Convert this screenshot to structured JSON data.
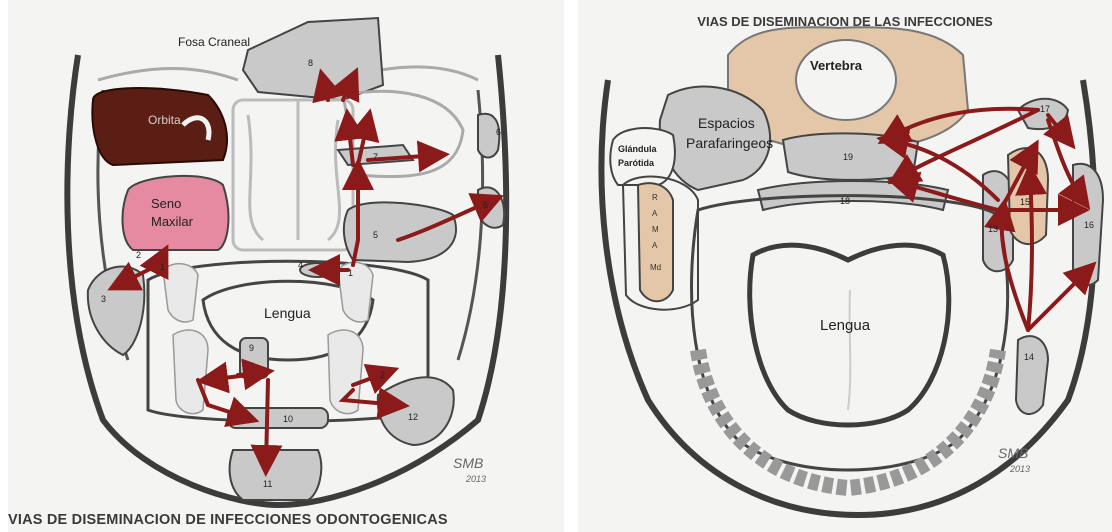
{
  "left_panel": {
    "caption": "VIAS DE DISEMINACION DE INFECCIONES ODONTOGENICAS",
    "labels": {
      "fosa_craneal": "Fosa Craneal",
      "orbita": "Orbita",
      "seno_line1": "Seno",
      "seno_line2": "Maxilar",
      "lengua": "Lengua"
    },
    "space_numbers": {
      "n8": "8",
      "n7": "7",
      "n6a": "6",
      "n6b": "6",
      "n5": "5",
      "n4": "4",
      "n1a": "1",
      "n1b": "1",
      "n2a": "2",
      "n2b": "2",
      "n3": "3",
      "n9": "9",
      "n10": "10",
      "n11": "11",
      "n12": "12"
    },
    "signature": "SMB",
    "signature_year": "2013"
  },
  "right_panel": {
    "title": "VIAS DE DISEMINACION DE LAS INFECCIONES",
    "labels": {
      "vertebra": "Vertebra",
      "espacios_line1": "Espacios",
      "espacios_line2": "Parafaringeos",
      "glandula_line1": "Glándula",
      "glandula_line2": "Parótida",
      "rama_letters": [
        "R",
        "A",
        "M",
        "A"
      ],
      "md": "Md",
      "lengua": "Lengua"
    },
    "space_numbers": {
      "n17": "17",
      "n19": "19",
      "n18": "18",
      "n15": "15",
      "n16": "16",
      "n13": "13",
      "n14": "14"
    },
    "signature": "SMB",
    "signature_year": "2013"
  },
  "colors": {
    "arrow": "#8b1a1a",
    "orbita_fill": "#5a1e14",
    "seno_fill": "#e58aa0",
    "space_fill": "#c9c9c9",
    "bone_fill": "#e3c7a8",
    "outline": "#4a4a4a"
  }
}
